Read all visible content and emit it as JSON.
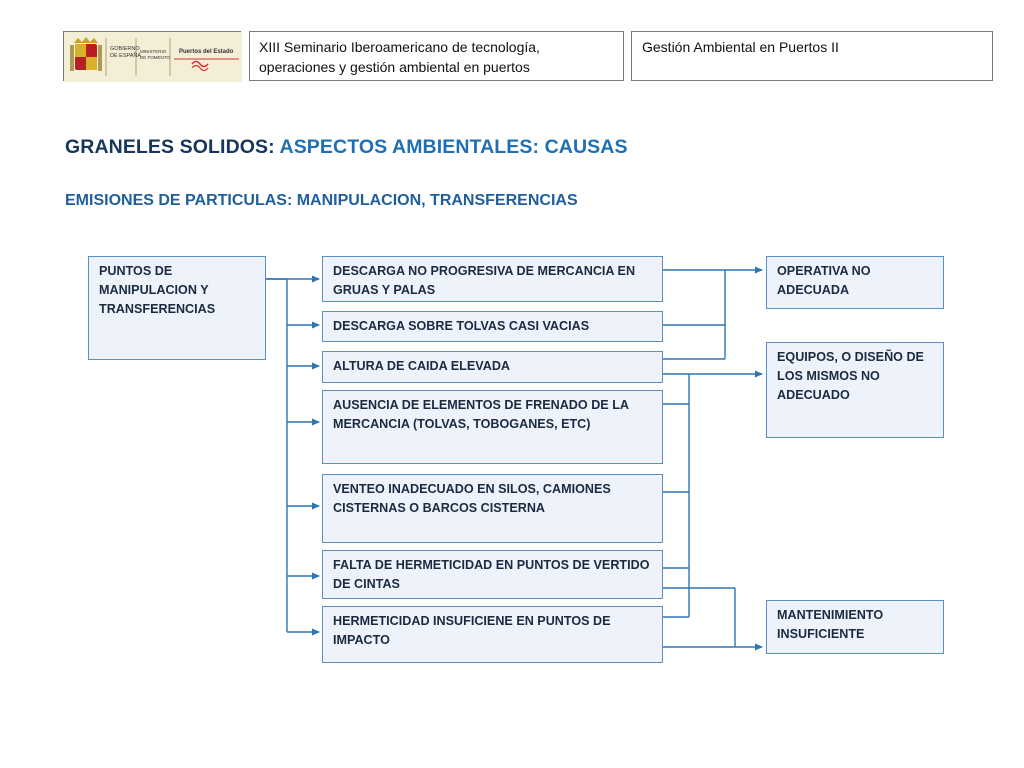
{
  "header": {
    "logo": {
      "gov_text_line1": "GOBIERNO",
      "gov_text_line2": "DE ESPAÑA",
      "ministry_line1": "MINISTERIO",
      "ministry_line2": "DE FOMENTO",
      "brand": "Puertos del Estado"
    },
    "seminar_line1": "XIII Seminario Iberoamericano de tecnología,",
    "seminar_line2": "operaciones y gestión ambiental en puertos",
    "course": "Gestión Ambiental en Puertos II"
  },
  "title": {
    "part1": "GRANELES SOLIDOS: ",
    "part2": "ASPECTOS AMBIENTALES: CAUSAS"
  },
  "subtitle": "EMISIONES DE PARTICULAS: MANIPULACION, TRANSFERENCIAS",
  "diagram": {
    "source": "PUNTOS DE MANIPULACION Y TRANSFERENCIAS",
    "causes": [
      "DESCARGA NO PROGRESIVA DE MERCANCIA EN GRUAS Y PALAS",
      "DESCARGA SOBRE TOLVAS CASI VACIAS",
      "ALTURA DE CAIDA ELEVADA",
      "AUSENCIA DE ELEMENTOS DE FRENADO DE LA MERCANCIA (TOLVAS, TOBOGANES, ETC)",
      "VENTEO INADECUADO EN SILOS, CAMIONES CISTERNAS O BARCOS CISTERNA",
      "FALTA DE HERMETICIDAD EN PUNTOS DE VERTIDO DE CINTAS",
      "HERMETICIDAD INSUFICIENE EN PUNTOS DE IMPACTO"
    ],
    "effects": [
      "OPERATIVA NO ADECUADA",
      "EQUIPOS, O DISEÑO DE LOS MISMOS NO ADECUADO",
      "MANTENIMIENTO INSUFICIENTE"
    ]
  },
  "colors": {
    "title_dark": "#17365d",
    "title_accent": "#1f6fb5",
    "box_border": "#5b8fc7",
    "box_fill": "#eef3fb",
    "connector": "#2e75b6"
  }
}
